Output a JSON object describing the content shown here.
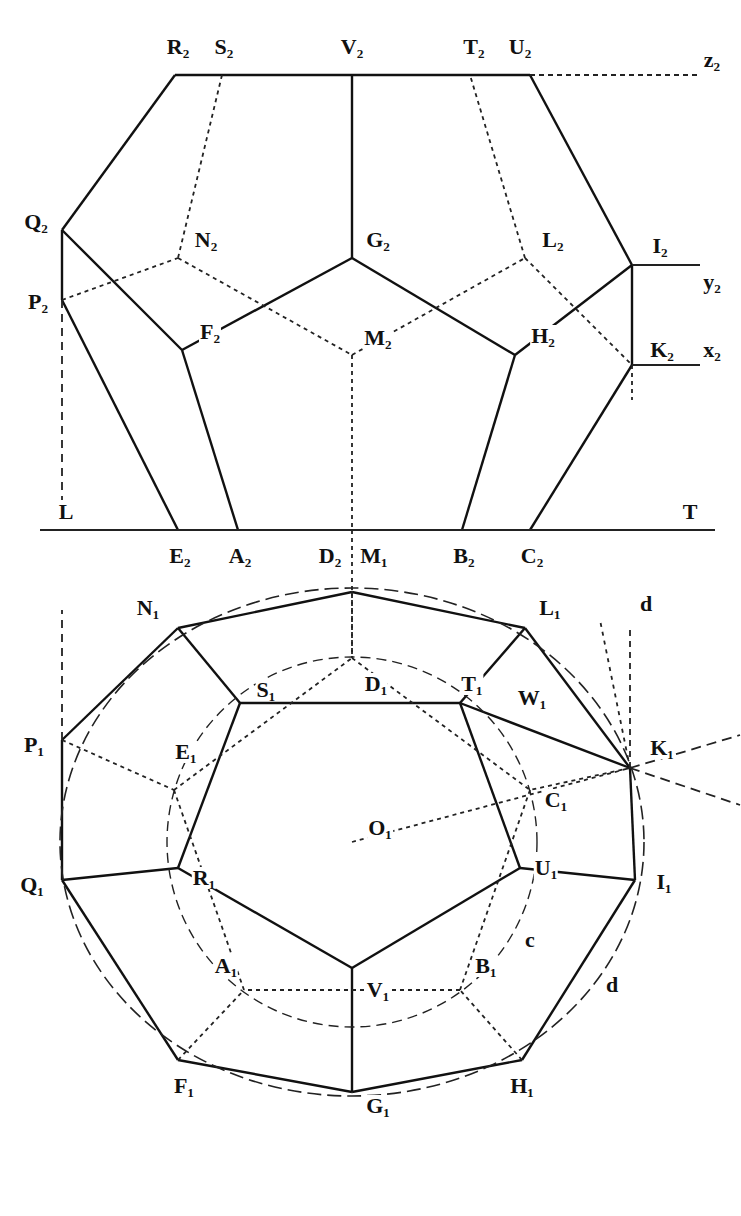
{
  "diagram": {
    "labels": [
      "R₂",
      "S₂",
      "V₂",
      "T₂",
      "U₂",
      "z₂",
      "Q₂",
      "N₂",
      "G₂",
      "L₂",
      "I₂",
      "y₂",
      "P₂",
      "F₂",
      "M₂",
      "H₂",
      "K₂",
      "x₂",
      "L",
      "T",
      "E₂",
      "A₂",
      "D₂",
      "M₁",
      "B₂",
      "C₂",
      "N₁",
      "L₁",
      "d",
      "S₁",
      "D₁",
      "T₁",
      "W₁",
      "K₁",
      "P₁",
      "E₁",
      "C₁",
      "O₁",
      "Q₁",
      "R₁",
      "U₁",
      "I₁",
      "c",
      "A₁",
      "V₁",
      "B₁",
      "d",
      "F₁",
      "G₁",
      "H₁"
    ]
  }
}
